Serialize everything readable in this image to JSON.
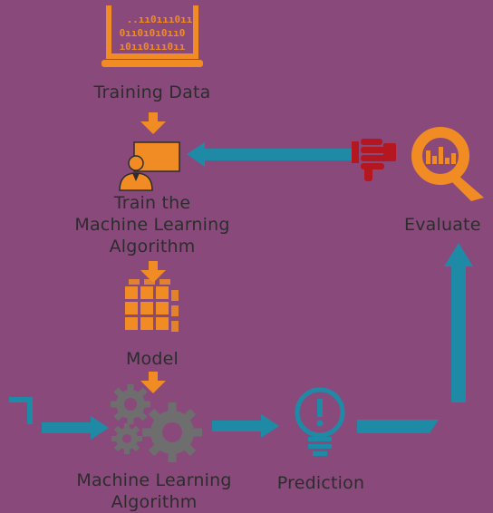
{
  "diagram": {
    "colors": {
      "background": "#894a7b",
      "orange": "#f08c23",
      "teal": "#1f8aa6",
      "red": "#b4171f",
      "gray": "#6e6e6e",
      "text": "#2c2c2c"
    },
    "binary_lines": [
      "..ıı0ııı0ıı",
      "0ıı0ı0ı0ıı0",
      "ı0ıı0ııı0ıı"
    ],
    "nodes": {
      "training_data": {
        "label": "Training Data",
        "icon": "laptop-binary-icon"
      },
      "train": {
        "label_lines": [
          "Train the",
          "Machine Learning",
          "Algorithm"
        ],
        "icon": "trainer-icon"
      },
      "model": {
        "label": "Model",
        "icon": "cube-icon"
      },
      "ml_algorithm": {
        "label_lines": [
          "Machine Learning",
          "Algorithm"
        ],
        "icon": "gears-icon"
      },
      "prediction": {
        "label": "Prediction",
        "icon": "lightbulb-icon"
      },
      "evaluate": {
        "label": "Evaluate",
        "icon": "magnifier-chart-icon"
      },
      "feedback": {
        "icon": "thumbs-down-icon"
      }
    }
  }
}
